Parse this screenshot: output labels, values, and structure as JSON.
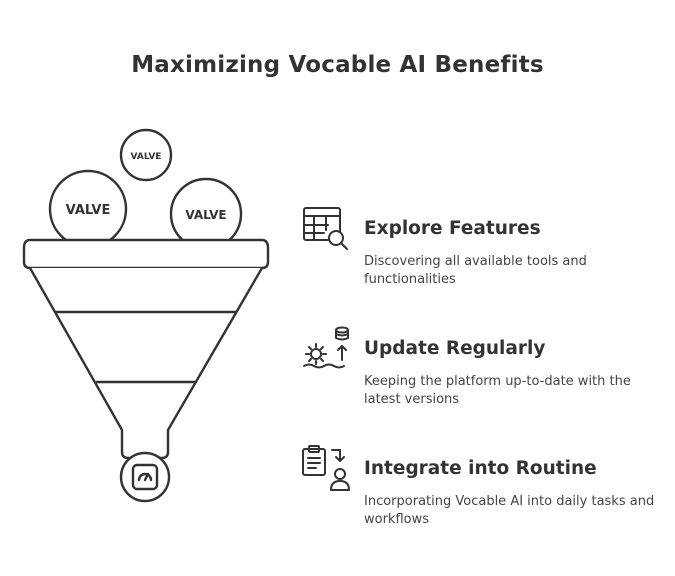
{
  "title": "Maximizing Vocable AI Benefits",
  "balls": [
    {
      "label": "VALVE"
    },
    {
      "label": "VALVE"
    },
    {
      "label": "VALVE"
    }
  ],
  "steps": [
    {
      "title": "Explore Features",
      "description": "Discovering all available tools and functionalities",
      "icon": "table-search-icon"
    },
    {
      "title": "Update Regularly",
      "description": "Keeping the platform up-to-date with the latest versions",
      "icon": "update-gear-database-icon"
    },
    {
      "title": "Integrate into Routine",
      "description": "Incorporating Vocable AI into daily tasks and workflows",
      "icon": "clipboard-user-icon"
    }
  ],
  "funnel_output_icon": "gauge-icon",
  "colors": {
    "stroke": "#333333",
    "text": "#3a3a3a",
    "background": "#ffffff"
  }
}
